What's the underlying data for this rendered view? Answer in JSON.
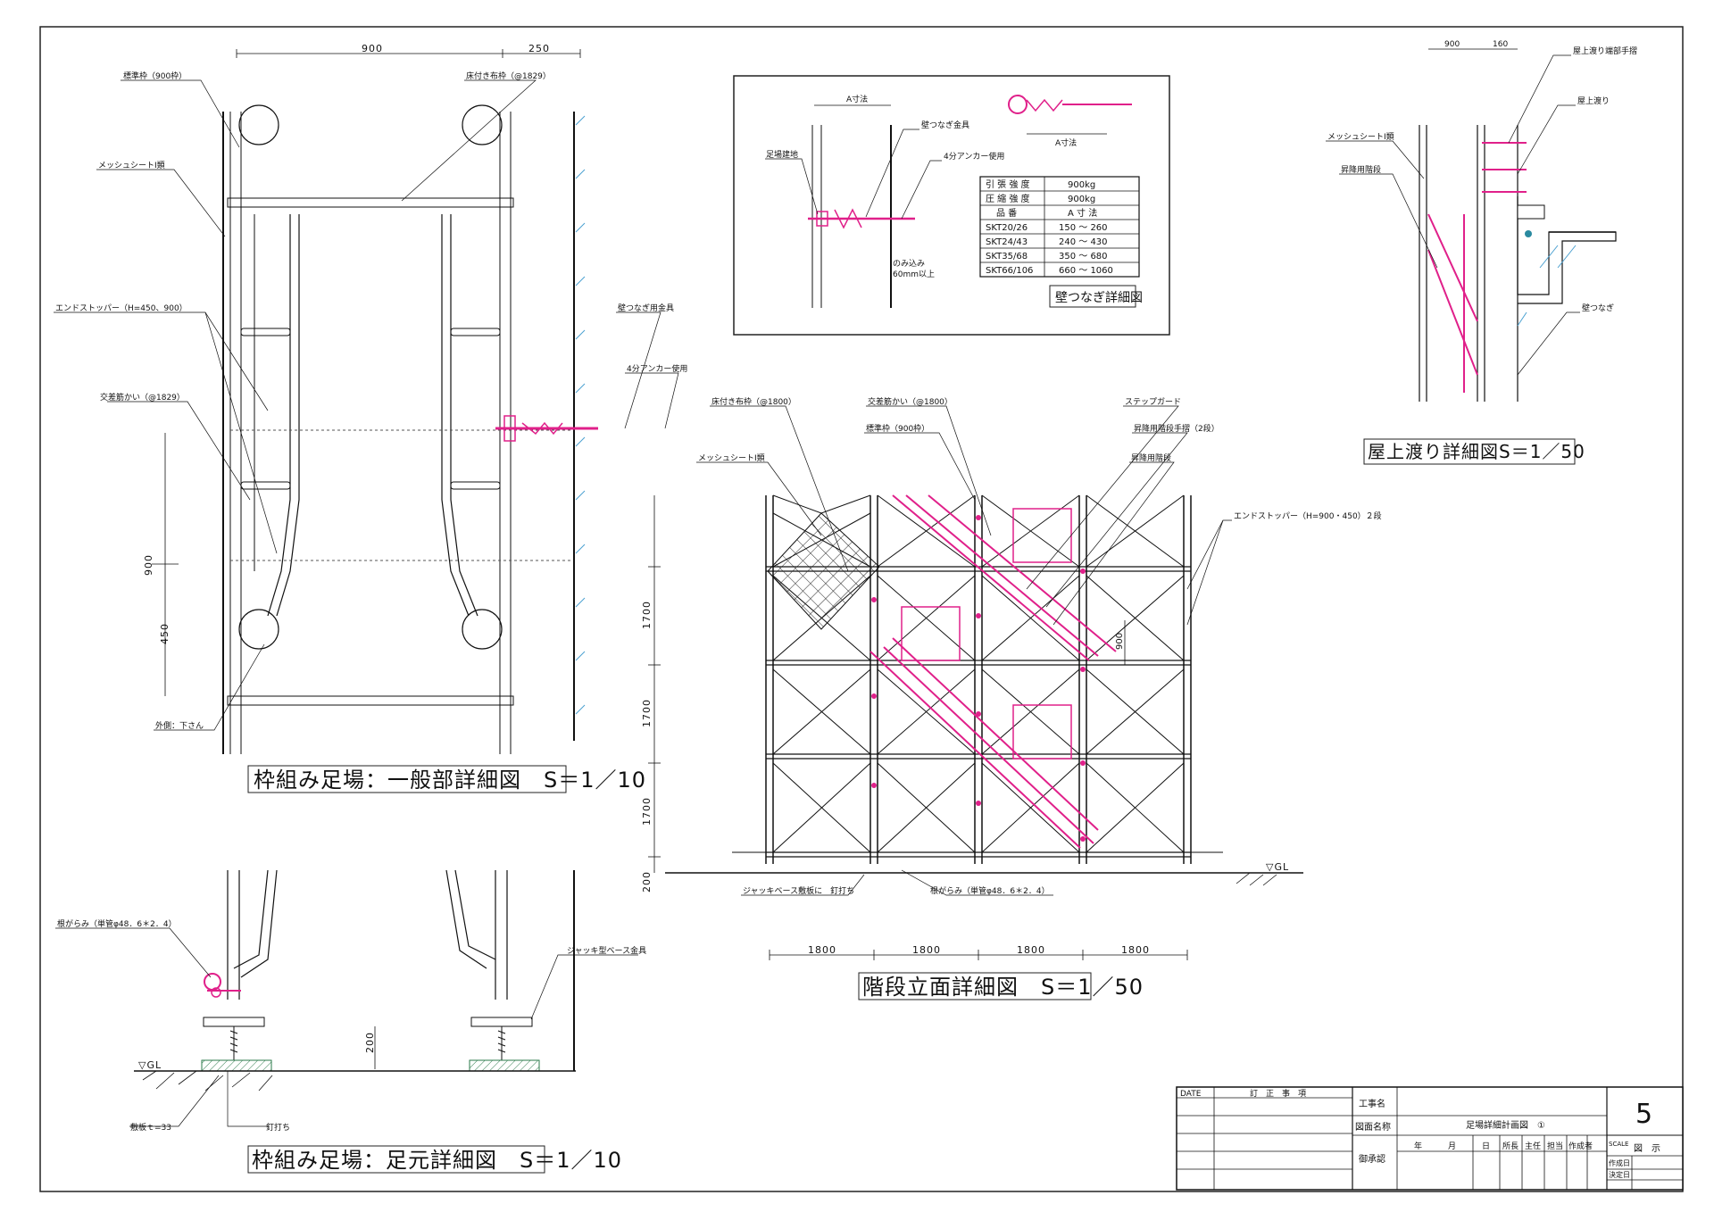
{
  "drawing": {
    "general_detail": {
      "title": "枠組み足場：一般部詳細図　S＝1／10",
      "labels": {
        "standard_frame": "標準枠（900枠）",
        "floor_beam": "床付き布枠（@1829）",
        "mesh_sheet": "メッシュシートⅠ類",
        "end_stopper": "エンドストッパー（H=450、900）",
        "cross_brace": "交差筋かい（@1829）",
        "wall_tie_fitting": "壁つなぎ用金具",
        "anchor": "4分アンカー使用",
        "outer_lower": "外側：下さん"
      },
      "dims": {
        "top_a": "900",
        "top_b": "250",
        "side_a": "900",
        "side_b": "450"
      }
    },
    "base_detail": {
      "title": "枠組み足場：足元詳細図　S＝1／10",
      "labels": {
        "sweep_rod": "根がらみ（単管φ48．6＊2．4）",
        "jack_base": "ジャッキ型ベース金具",
        "gl": "▽GL",
        "sill_plate": "敷板ｔ=33",
        "nailing": "釘打ち"
      },
      "dims": {
        "height": "200"
      }
    },
    "wall_tie_detail": {
      "title": "壁つなぎ詳細図",
      "labels": {
        "a_dim": "A寸法",
        "a_dim2": "A寸法",
        "building": "足場建地",
        "fitting": "壁つなぎ金具",
        "anchor": "4分アンカー使用",
        "embed": "のみ込み",
        "embed2": "60mm以上"
      },
      "table": {
        "rows": [
          [
            "引 張 強 度",
            "900kg"
          ],
          [
            "圧 縮 強 度",
            "900kg"
          ],
          [
            "品 番",
            "A 寸 法"
          ],
          [
            "SKT20/26",
            "150 ～ 260"
          ],
          [
            "SKT24/43",
            "240 ～ 430"
          ],
          [
            "SKT35/68",
            "350 ～ 680"
          ],
          [
            "SKT66/106",
            "660 ～ 1060"
          ]
        ]
      }
    },
    "stair_elevation": {
      "title": "階段立面詳細図　S＝1／50",
      "labels": {
        "floor_beam": "床付き布枠（@1800）",
        "cross_brace": "交差筋かい（@1800）",
        "standard_frame": "標準枠（900枠）",
        "step_guard": "ステップガード",
        "stair_handrail": "昇降用階段手摺（2段）",
        "stair": "昇降用階段",
        "mesh_sheet": "メッシュシートⅠ類",
        "end_stopper": "エンドストッパー（H=900・450）２段",
        "jack_base": "ジャッキベース敷板に　釘打ち",
        "sweep_rod": "根がらみ（単管φ48．6＊2．4）",
        "gl": "▽GL",
        "dim_900": "900"
      },
      "heights": [
        "1700",
        "1700",
        "1700",
        "200"
      ],
      "spans": [
        "1800",
        "1800",
        "1800",
        "1800"
      ]
    },
    "rooftop_detail": {
      "title": "屋上渡り詳細図S＝1／50",
      "labels": {
        "handrail_end": "屋上渡り端部手摺",
        "rooftop_crossing": "屋上渡り",
        "mesh_sheet": "メッシュシートⅠ類",
        "stair": "昇降用階段",
        "wall_tie": "壁つなぎ"
      },
      "dims": {
        "a": "900",
        "b": "160"
      }
    }
  },
  "title_block": {
    "date_label": "DATE",
    "revision_label": "訂　正　事　項",
    "project_label": "工事名",
    "drawing_name_label": "図面名称",
    "drawing_name": "足場詳細計画図　①",
    "approval_label": "御承認",
    "year": "年",
    "month": "月",
    "day": "日",
    "role_1": "所長",
    "role_2": "主任",
    "role_3": "担当",
    "role_4": "作成者",
    "sheet_number": "5",
    "scale_label": "SCALE",
    "scale_value": "図　示",
    "created_label": "作成日",
    "decided_label": "決定日"
  }
}
